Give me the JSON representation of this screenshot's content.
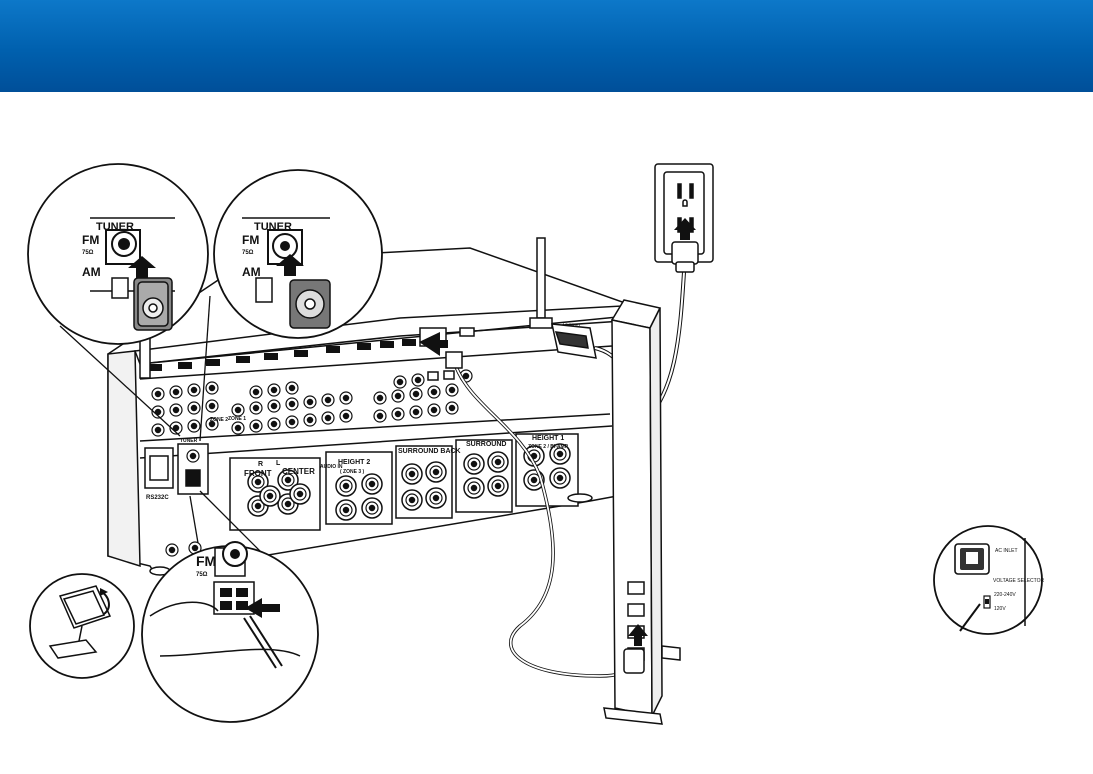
{
  "colors": {
    "banner": "#0064b4",
    "line": "#111111"
  },
  "icons": [
    "tuner-fm-plug-icon",
    "power-plug-icon",
    "router-icon",
    "am-antenna-icon",
    "voltage-selector-icon"
  ],
  "labels": {
    "tuner": "TUNER",
    "fm": "FM",
    "ohm": "75Ω",
    "am": "AM",
    "front": "FRONT",
    "center": "CENTER",
    "height2": "HEIGHT 2",
    "zone3": "( ZONE 3 )",
    "surround_back": "SURROUND BACK",
    "surround": "SURROUND",
    "height1": "HEIGHT 1",
    "zone2_bi_amp": "ZONE 2 / BI-AMP",
    "ac_inlet": "AC INLET",
    "voltage_selector": "VOLTAGE SELECTOR",
    "v1": "220-240V",
    "v2": "120V",
    "r": "R",
    "l": "L",
    "zone2": "ZONE 2",
    "zone1": "ZONE 1",
    "audio_in": "AUDIO IN",
    "rs232c": "RS232C"
  }
}
